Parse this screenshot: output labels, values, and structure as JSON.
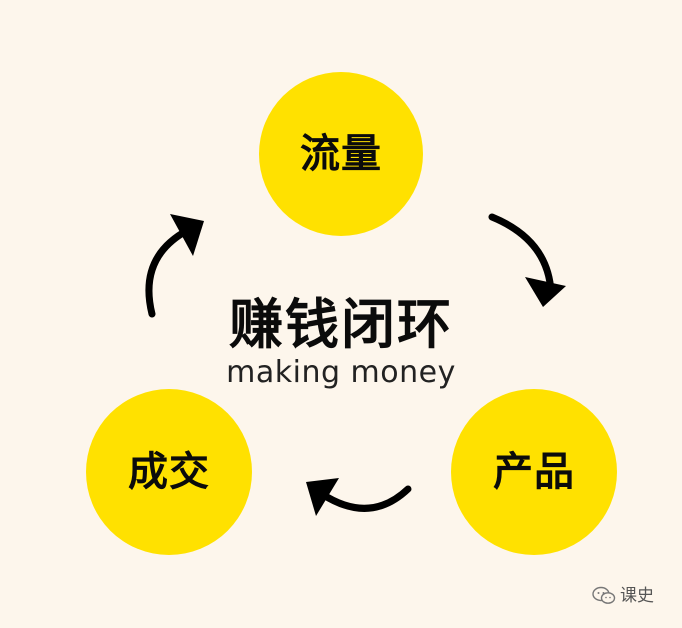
{
  "diagram": {
    "title": "赚钱闭环",
    "subtitle": "making money",
    "nodes": [
      {
        "id": "traffic",
        "label": "流量"
      },
      {
        "id": "product",
        "label": "产品"
      },
      {
        "id": "deal",
        "label": "成交"
      }
    ],
    "cycle_order": [
      "traffic",
      "product",
      "deal",
      "traffic"
    ]
  },
  "watermark": {
    "text": "课史",
    "icon": "wechat-icon"
  },
  "colors": {
    "background": "#fdf6ec",
    "node_fill": "#ffe100",
    "text": "#0b0b0b",
    "arrow": "#000000"
  }
}
